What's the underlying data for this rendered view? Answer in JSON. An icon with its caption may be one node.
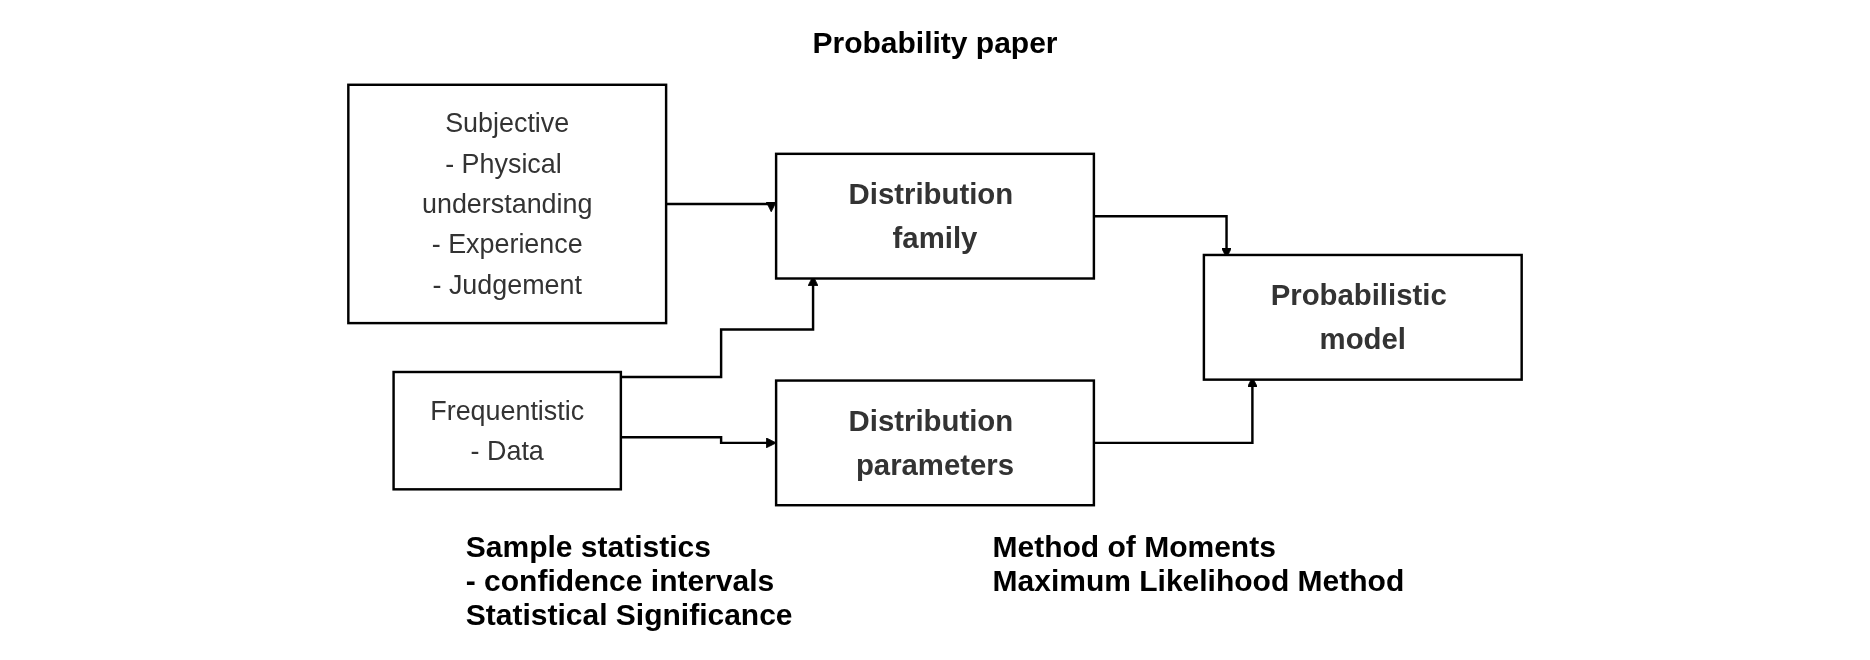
{
  "diagram": {
    "nodes": [
      {
        "text": [
          "Subjective",
          "- Physical understanding",
          "- Experience",
          "- Judgement"
        ]
      },
      {
        "text": [
          "Frequentistic",
          "- Data"
        ]
      },
      {
        "text": [
          "Distribution family"
        ]
      },
      {
        "text": [
          "Distribution parameters"
        ]
      },
      {
        "text": [
          "Probabilistic model"
        ]
      }
    ],
    "edges": [
      {
        "from": 0,
        "to": 2,
        "arrow": "to"
      },
      {
        "from": 1,
        "to": 2,
        "arrow": "to"
      },
      {
        "from": 1,
        "to": 3,
        "arrow": "to"
      },
      {
        "from": 2,
        "to": 4,
        "arrow": "to"
      },
      {
        "from": 3,
        "to": 4,
        "arrow": "to"
      }
    ],
    "labels": [
      "Probability paper",
      "Sample statistics",
      "- confidence intervals",
      "Statistical Significance",
      "Method of Moments",
      "Maximum Likelihood Method"
    ]
  }
}
